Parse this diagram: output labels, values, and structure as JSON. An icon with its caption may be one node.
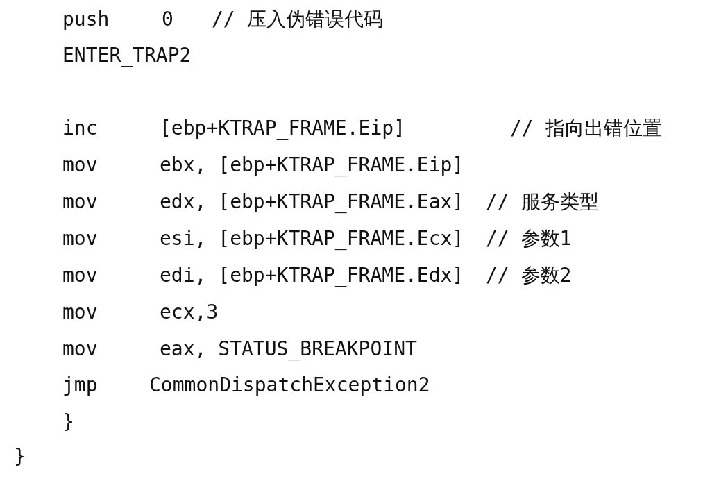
{
  "diagram": {
    "labels": [
      "push",
      "0",
      "// 压入伪错误代码",
      "ENTER_TRAP2",
      "inc",
      "[ebp+KTRAP_FRAME.Eip]",
      "// 指向出错位置",
      "mov",
      "ebx, [ebp+KTRAP_FRAME.Eip]",
      "mov",
      "edx, [ebp+KTRAP_FRAME.Eax]",
      "// 服务类型",
      "mov",
      "esi, [ebp+KTRAP_FRAME.Ecx]",
      "// 参数1",
      "mov",
      "edi, [ebp+KTRAP_FRAME.Edx]",
      "// 参数2",
      "mov",
      "ecx,3",
      "mov",
      "eax, STATUS_BREAKPOINT",
      "jmp",
      "CommonDispatchException2",
      "}",
      "}"
    ]
  }
}
